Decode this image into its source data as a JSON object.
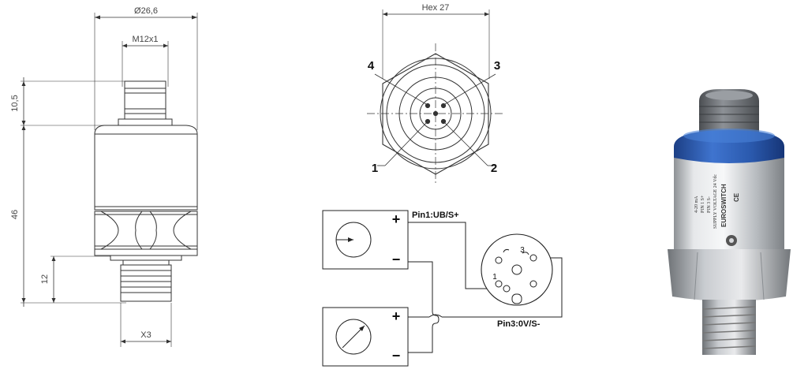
{
  "side_view": {
    "diameter_label": "Ø26,6",
    "thread_label": "M12x1",
    "connector_height": "10,5",
    "body_height": "46",
    "thread_height": "12",
    "process_thread": "X3"
  },
  "top_view": {
    "hex_label": "Hex 27",
    "pin_labels": [
      "1",
      "2",
      "3",
      "4"
    ]
  },
  "wiring": {
    "pin1_label": "Pin1:UB/S+",
    "pin3_label": "Pin3:0V/S-",
    "plus_sign": "+",
    "minus_sign": "−",
    "conn_pin1": "1",
    "conn_pin3": "3"
  },
  "product": {
    "brand": "EUROSWITCH",
    "ce_mark": "CE",
    "print_lines": [
      "4-20 mA",
      "PIN 1 S+",
      "PIN 3 S-",
      "SUPPLY VOLTAGE 24 Vdc"
    ],
    "ring_color": "#2f5fb3",
    "body_color": "#cfd2d5"
  }
}
